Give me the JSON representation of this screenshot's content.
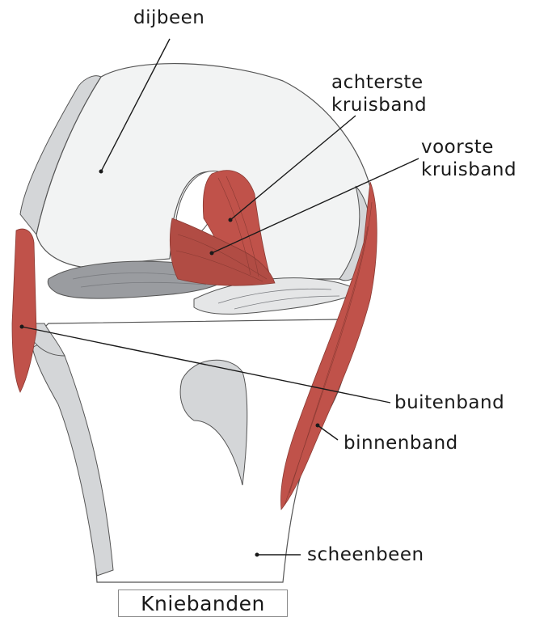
{
  "diagram": {
    "labels": {
      "dijbeen": "dijbeen",
      "achterste_kruisband": "achterste\nkruisband",
      "voorste_kruisband": "voorste\nkruisband",
      "buitenband": "buitenband",
      "binnenband": "binnenband",
      "scheenbeen": "scheenbeen"
    },
    "caption": "Kniebanden"
  },
  "colors": {
    "bone_light": "#f2f3f3",
    "bone_shadow": "#d4d6d8",
    "meniscus": "#9a9ca0",
    "ligament": "#c0524a",
    "outline": "#555555",
    "leader_line": "#1a1a1a"
  }
}
